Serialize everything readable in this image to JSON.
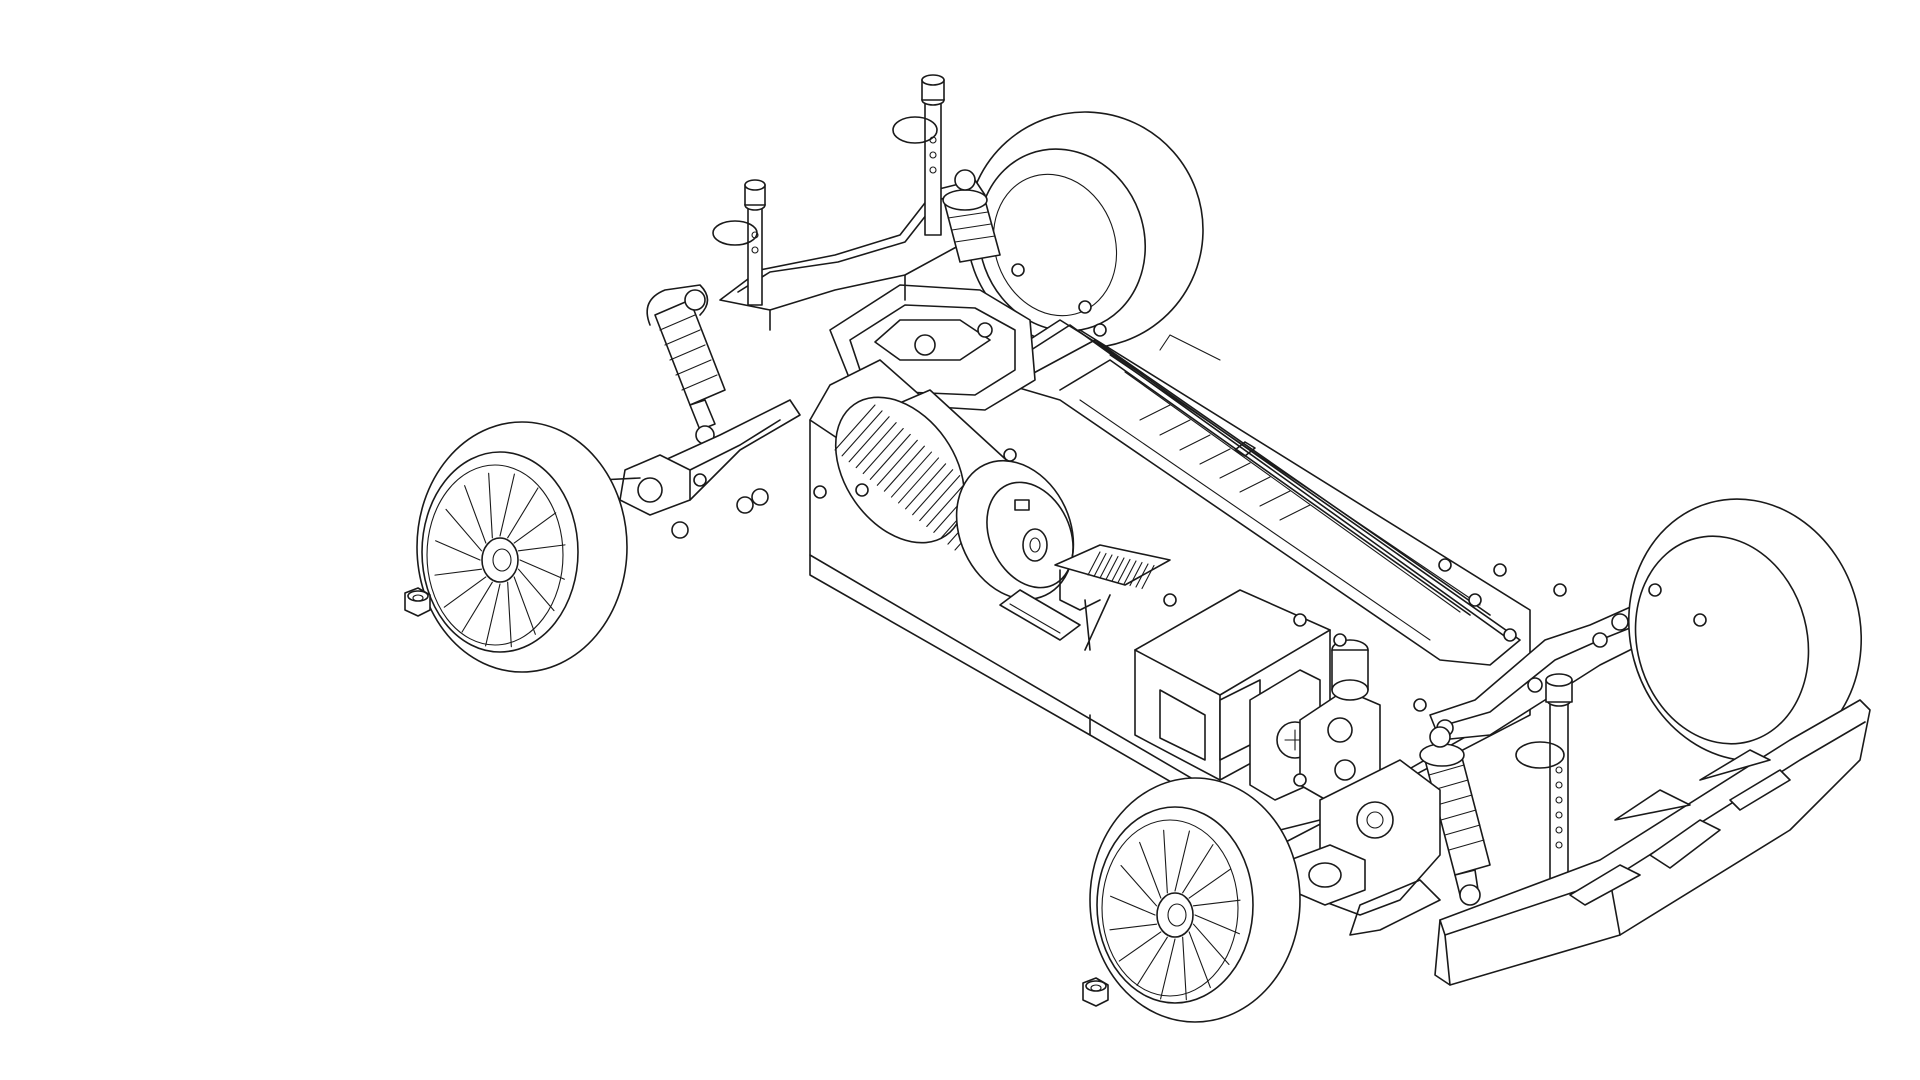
{
  "drawing": {
    "subject": "rc-touring-car-chassis",
    "style": "black line art on white",
    "colors": {
      "line": "#1a1a1a",
      "background": "#ffffff"
    },
    "parts": [
      "chassis",
      "motor",
      "wheel",
      "shock-absorber",
      "body-post",
      "front-bumper",
      "steering-servo",
      "speed-controller",
      "wheel-nut"
    ]
  }
}
